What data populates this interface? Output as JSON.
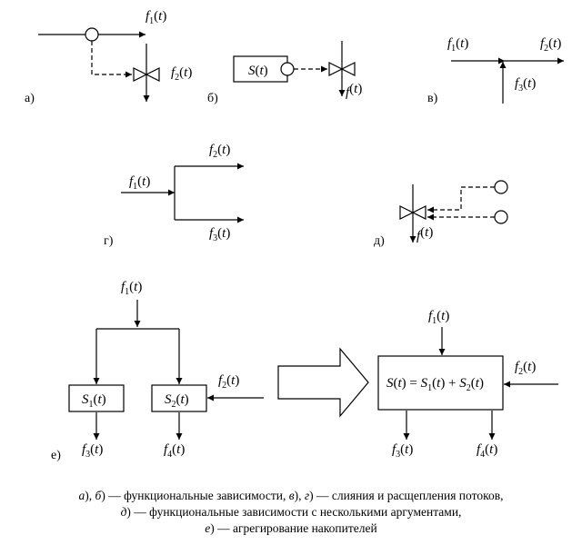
{
  "panels": {
    "a": {
      "tag": "а)",
      "out_top": "1",
      "out_valve": "2"
    },
    "b": {
      "tag": "б)",
      "storage": "S",
      "out": ""
    },
    "v": {
      "tag": "в)",
      "in1": "1",
      "out2": "2",
      "in3": "3"
    },
    "g": {
      "tag": "г)",
      "in1": "1",
      "out2": "2",
      "out3": "3"
    },
    "d": {
      "tag": "д)",
      "out": ""
    },
    "e": {
      "tag": "е)",
      "in_top": "1",
      "in_side": "2",
      "s1": "1",
      "s2": "2",
      "out3": "3",
      "out4": "4",
      "merged": {
        "in_top": "1",
        "in_side": "2",
        "out3": "3",
        "out4": "4",
        "lhs": "S",
        "s1": "1",
        "s2": "2"
      }
    }
  },
  "caption": {
    "line1": [
      {
        "t": "а",
        "i": true
      },
      {
        "t": "), ",
        "i": false
      },
      {
        "t": "б",
        "i": true
      },
      {
        "t": ") — функциональные зависимости, ",
        "i": false
      },
      {
        "t": "в",
        "i": true
      },
      {
        "t": "), ",
        "i": false
      },
      {
        "t": "г",
        "i": true
      },
      {
        "t": ") — слияния и расщепления потоков,",
        "i": false
      }
    ],
    "line2": [
      {
        "t": "д",
        "i": true
      },
      {
        "t": ") — функциональные зависимости с несколькими аргументами,",
        "i": false
      }
    ],
    "line3": [
      {
        "t": "е",
        "i": true
      },
      {
        "t": ") — агрегирование накопителей",
        "i": false
      }
    ]
  }
}
